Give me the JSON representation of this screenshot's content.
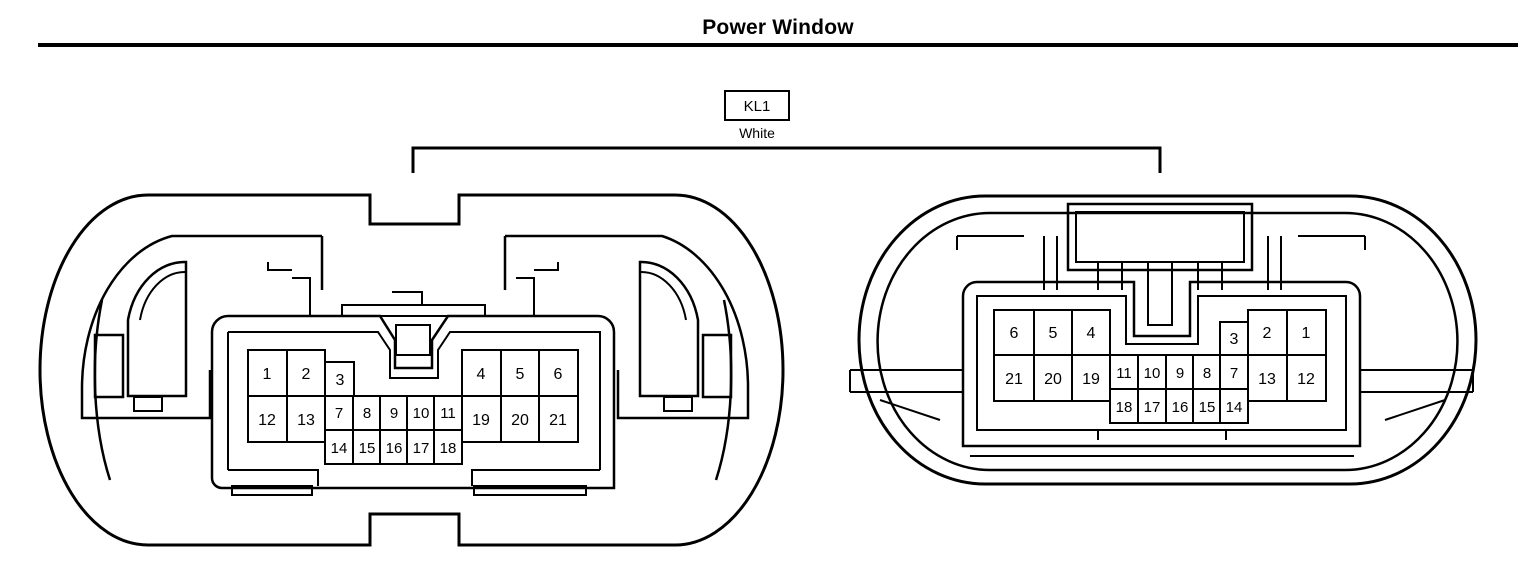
{
  "header": {
    "title": "Power Window"
  },
  "connector": {
    "id": "KL1",
    "color": "White"
  },
  "terminals": {
    "left_view": {
      "upper_left": [
        "1",
        "2",
        "3"
      ],
      "upper_right": [
        "4",
        "5",
        "6"
      ],
      "middle": [
        "12",
        "13",
        "7",
        "8",
        "9",
        "10",
        "11",
        "19",
        "20",
        "21"
      ],
      "lower": [
        "14",
        "15",
        "16",
        "17",
        "18"
      ]
    },
    "right_view": {
      "upper_left": [
        "6",
        "5",
        "4"
      ],
      "upper_right": [
        "3",
        "2",
        "1"
      ],
      "middle": [
        "21",
        "20",
        "19",
        "11",
        "10",
        "9",
        "8",
        "7",
        "13",
        "12"
      ],
      "lower": [
        "18",
        "17",
        "16",
        "15",
        "14"
      ]
    }
  }
}
